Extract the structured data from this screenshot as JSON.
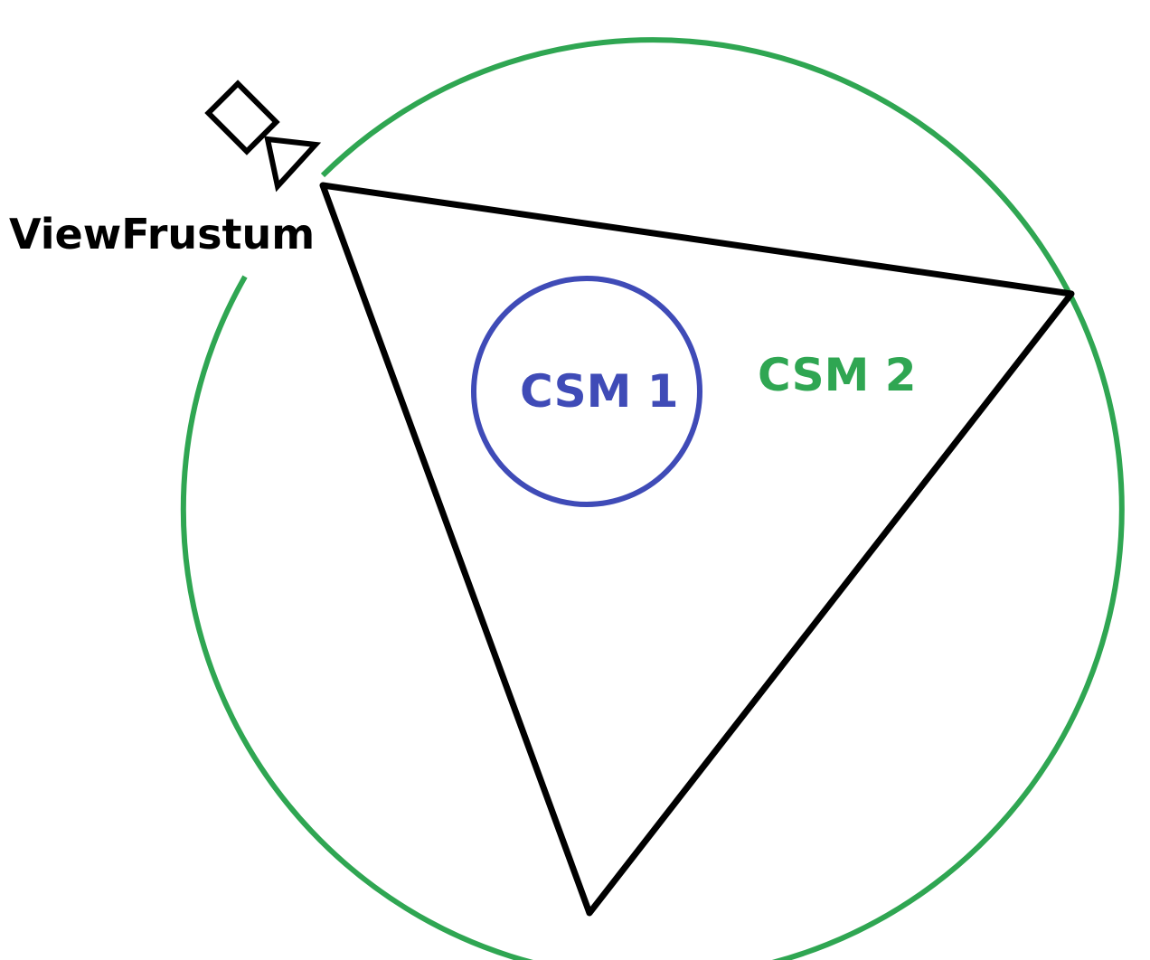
{
  "labels": {
    "view_frustum": "ViewFrustum",
    "csm1": "CSM 1",
    "csm2": "CSM 2"
  },
  "colors": {
    "background": "#ffffff",
    "frustum_stroke": "#000000",
    "csm1": "#3f4bb7",
    "csm2": "#2fa652"
  },
  "icons": {
    "camera": "camera-icon"
  }
}
